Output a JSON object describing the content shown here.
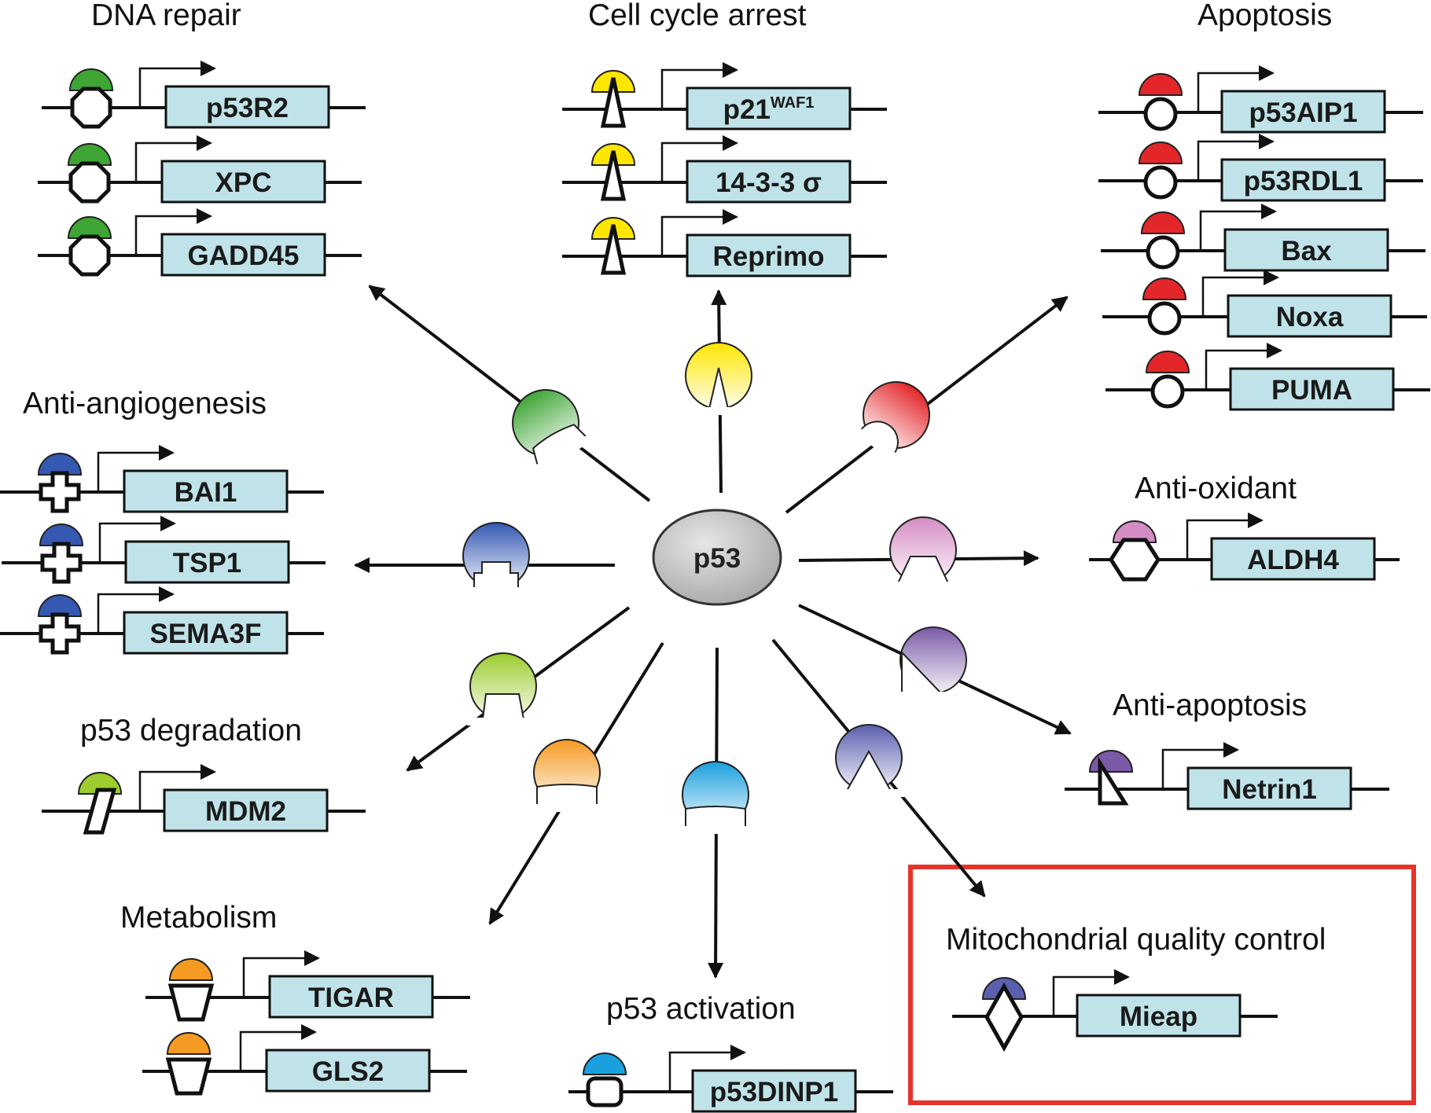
{
  "hub": {
    "label": "p53"
  },
  "colors": {
    "dna_repair": "#3fa535",
    "cell_cycle_arrest": "#ffe600",
    "apoptosis": "#e3262a",
    "anti_angiogenesis": "#3558b3",
    "anti_oxidant": "#d48cc4",
    "anti_apoptosis": "#7a5aa6",
    "p53_degradation": "#9ccc2e",
    "metabolism": "#f59a23",
    "p53_activation": "#1aa0de",
    "mitochondrial_quality_control": "#5a5fae",
    "gene_box_fill": "#bfe3e8",
    "highlight_border": "#e5332a"
  },
  "categories": [
    {
      "id": "dna_repair",
      "label": "DNA repair",
      "site_shape": "octagon",
      "genes": [
        {
          "name": "p53R2",
          "sup": ""
        },
        {
          "name": "XPC",
          "sup": ""
        },
        {
          "name": "GADD45",
          "sup": ""
        }
      ]
    },
    {
      "id": "cell_cycle_arrest",
      "label": "Cell cycle arrest",
      "site_shape": "triangle",
      "genes": [
        {
          "name": "p21",
          "sup": "WAF1"
        },
        {
          "name": "14-3-3 σ",
          "sup": ""
        },
        {
          "name": "Reprimo",
          "sup": ""
        }
      ]
    },
    {
      "id": "apoptosis",
      "label": "Apoptosis",
      "site_shape": "circle",
      "genes": [
        {
          "name": "p53AIP1",
          "sup": ""
        },
        {
          "name": "p53RDL1",
          "sup": ""
        },
        {
          "name": "Bax",
          "sup": ""
        },
        {
          "name": "Noxa",
          "sup": ""
        },
        {
          "name": "PUMA",
          "sup": ""
        }
      ]
    },
    {
      "id": "anti_angiogenesis",
      "label": "Anti-angiogenesis",
      "site_shape": "cross",
      "genes": [
        {
          "name": "BAI1",
          "sup": ""
        },
        {
          "name": "TSP1",
          "sup": ""
        },
        {
          "name": "SEMA3F",
          "sup": ""
        }
      ]
    },
    {
      "id": "anti_oxidant",
      "label": "Anti-oxidant",
      "site_shape": "hexagon",
      "genes": [
        {
          "name": "ALDH4",
          "sup": ""
        }
      ]
    },
    {
      "id": "p53_degradation",
      "label": "p53 degradation",
      "site_shape": "parallelogram",
      "genes": [
        {
          "name": "MDM2",
          "sup": ""
        }
      ]
    },
    {
      "id": "anti_apoptosis",
      "label": "Anti-apoptosis",
      "site_shape": "right-triangle",
      "genes": [
        {
          "name": "Netrin1",
          "sup": ""
        }
      ]
    },
    {
      "id": "metabolism",
      "label": "Metabolism",
      "site_shape": "trapezoid",
      "genes": [
        {
          "name": "TIGAR",
          "sup": ""
        },
        {
          "name": "GLS2",
          "sup": ""
        }
      ]
    },
    {
      "id": "p53_activation",
      "label": "p53 activation",
      "site_shape": "rounded-square",
      "genes": [
        {
          "name": "p53DINP1",
          "sup": ""
        }
      ]
    },
    {
      "id": "mitochondrial_quality_control",
      "label": "Mitochondrial quality control",
      "site_shape": "diamond",
      "highlighted": true,
      "genes": [
        {
          "name": "Mieap",
          "sup": ""
        }
      ]
    }
  ]
}
